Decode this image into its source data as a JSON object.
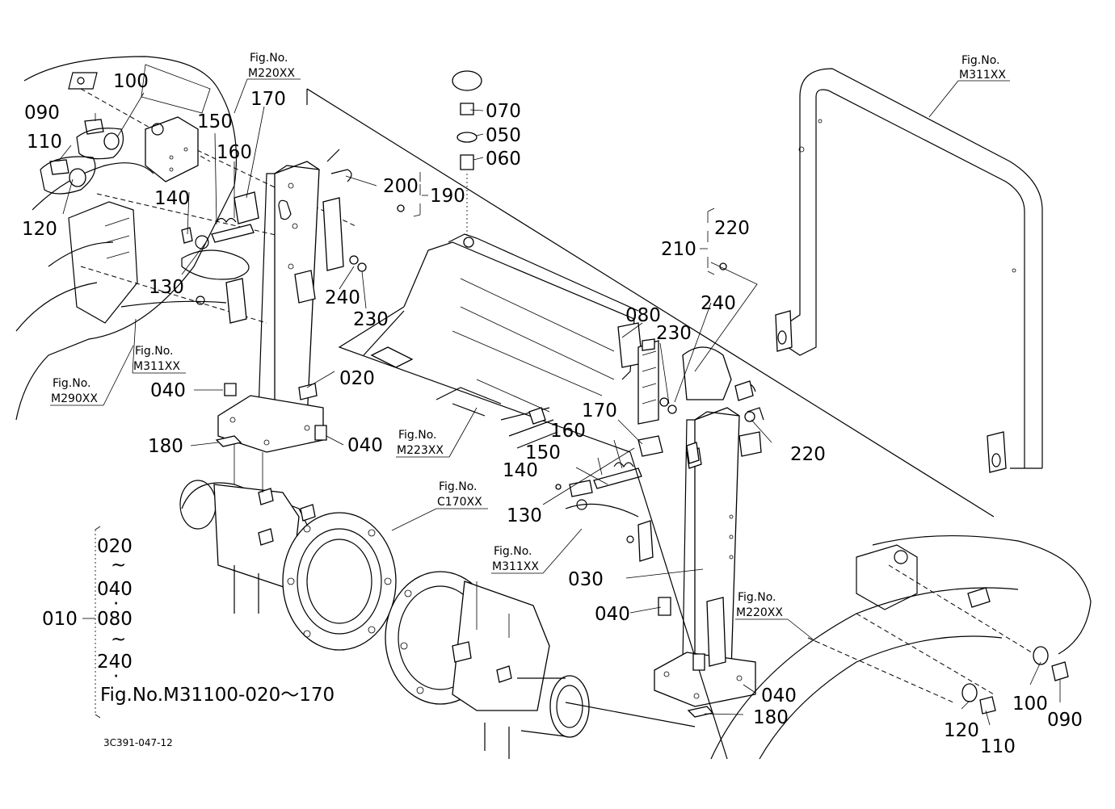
{
  "diagram_code": "3C391-047-12",
  "callouts": {
    "c070": "070",
    "c050": "050",
    "c060": "060",
    "c100_tl": "100",
    "c090_tl": "090",
    "c110_tl": "110",
    "c120_tl": "120",
    "c150_l": "150",
    "c160_l": "160",
    "c170_l": "170",
    "c140_l": "140",
    "c130_l": "130",
    "c200": "200",
    "c190": "190",
    "c240_l": "240",
    "c230_l": "230",
    "c020": "020",
    "c040_a": "040",
    "c040_b": "040",
    "c180_l": "180",
    "c210": "210",
    "c220_a": "220",
    "c240_r": "240",
    "c080": "080",
    "c230_r": "230",
    "c170_r": "170",
    "c160_r": "160",
    "c150_r": "150",
    "c140_r": "140",
    "c130_r": "130",
    "c220_b": "220",
    "c030": "030",
    "c040_c": "040",
    "c040_d": "040",
    "c180_r": "180",
    "c100_br": "100",
    "c090_br": "090",
    "c120_br": "120",
    "c110_br": "110"
  },
  "fig_refs": [
    {
      "fig": "Fig.No.",
      "no": "M220XX"
    },
    {
      "fig": "Fig.No.",
      "no": "M311XX"
    },
    {
      "fig": "Fig.No.",
      "no": "M311XX"
    },
    {
      "fig": "Fig.No.",
      "no": "M290XX"
    },
    {
      "fig": "Fig.No.",
      "no": "M223XX"
    },
    {
      "fig": "Fig.No.",
      "no": "C170XX"
    },
    {
      "fig": "Fig.No.",
      "no": "M311XX"
    },
    {
      "fig": "Fig.No.",
      "no": "M220XX"
    }
  ],
  "assembly": {
    "label": "010",
    "items": [
      "020",
      "~",
      "040",
      "·",
      "080",
      "~",
      "240",
      "·"
    ],
    "reference": "Fig.No.M31100-020～170"
  }
}
